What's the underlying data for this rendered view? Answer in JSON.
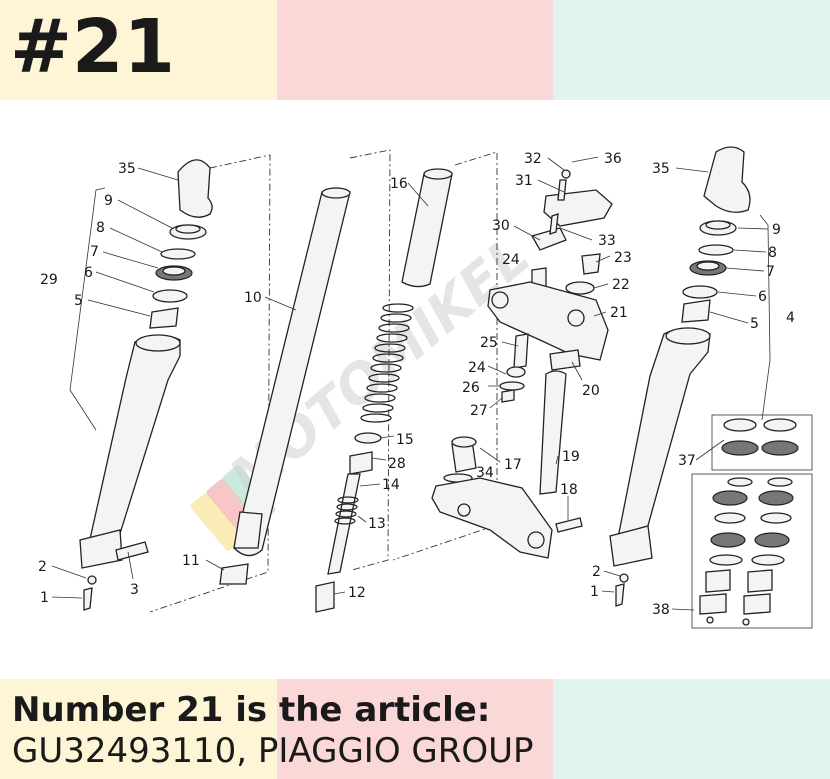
{
  "header": {
    "badge": "#21"
  },
  "caption": {
    "line1": "Number 21 is the article:",
    "line2": "GU32493110, PIAGGIO GROUP"
  },
  "watermark": {
    "text": "MOTOMIKEL"
  },
  "diagram": {
    "labels": {
      "l35a": "35",
      "l9a": "9",
      "l8a": "8",
      "l7a": "7",
      "l29": "29",
      "l6a": "6",
      "l5a": "5",
      "l10": "10",
      "l16": "16",
      "l32": "32",
      "l36": "36",
      "l31": "31",
      "l30": "30",
      "l33": "33",
      "l24a": "24",
      "l23": "23",
      "l22": "22",
      "l21": "21",
      "l25": "25",
      "l24b": "24",
      "l26": "26",
      "l27": "27",
      "l20": "20",
      "l15": "15",
      "l28": "28",
      "l17": "17",
      "l34": "34",
      "l19": "19",
      "l14": "14",
      "l13": "13",
      "l18": "18",
      "l11": "11",
      "l12": "12",
      "l2a": "2",
      "l1a": "1",
      "l3": "3",
      "l35b": "35",
      "l9b": "9",
      "l8b": "8",
      "l7b": "7",
      "l6b": "6",
      "l5b": "5",
      "l4": "4",
      "l37": "37",
      "l2b": "2",
      "l1b": "1",
      "l38": "38"
    }
  }
}
